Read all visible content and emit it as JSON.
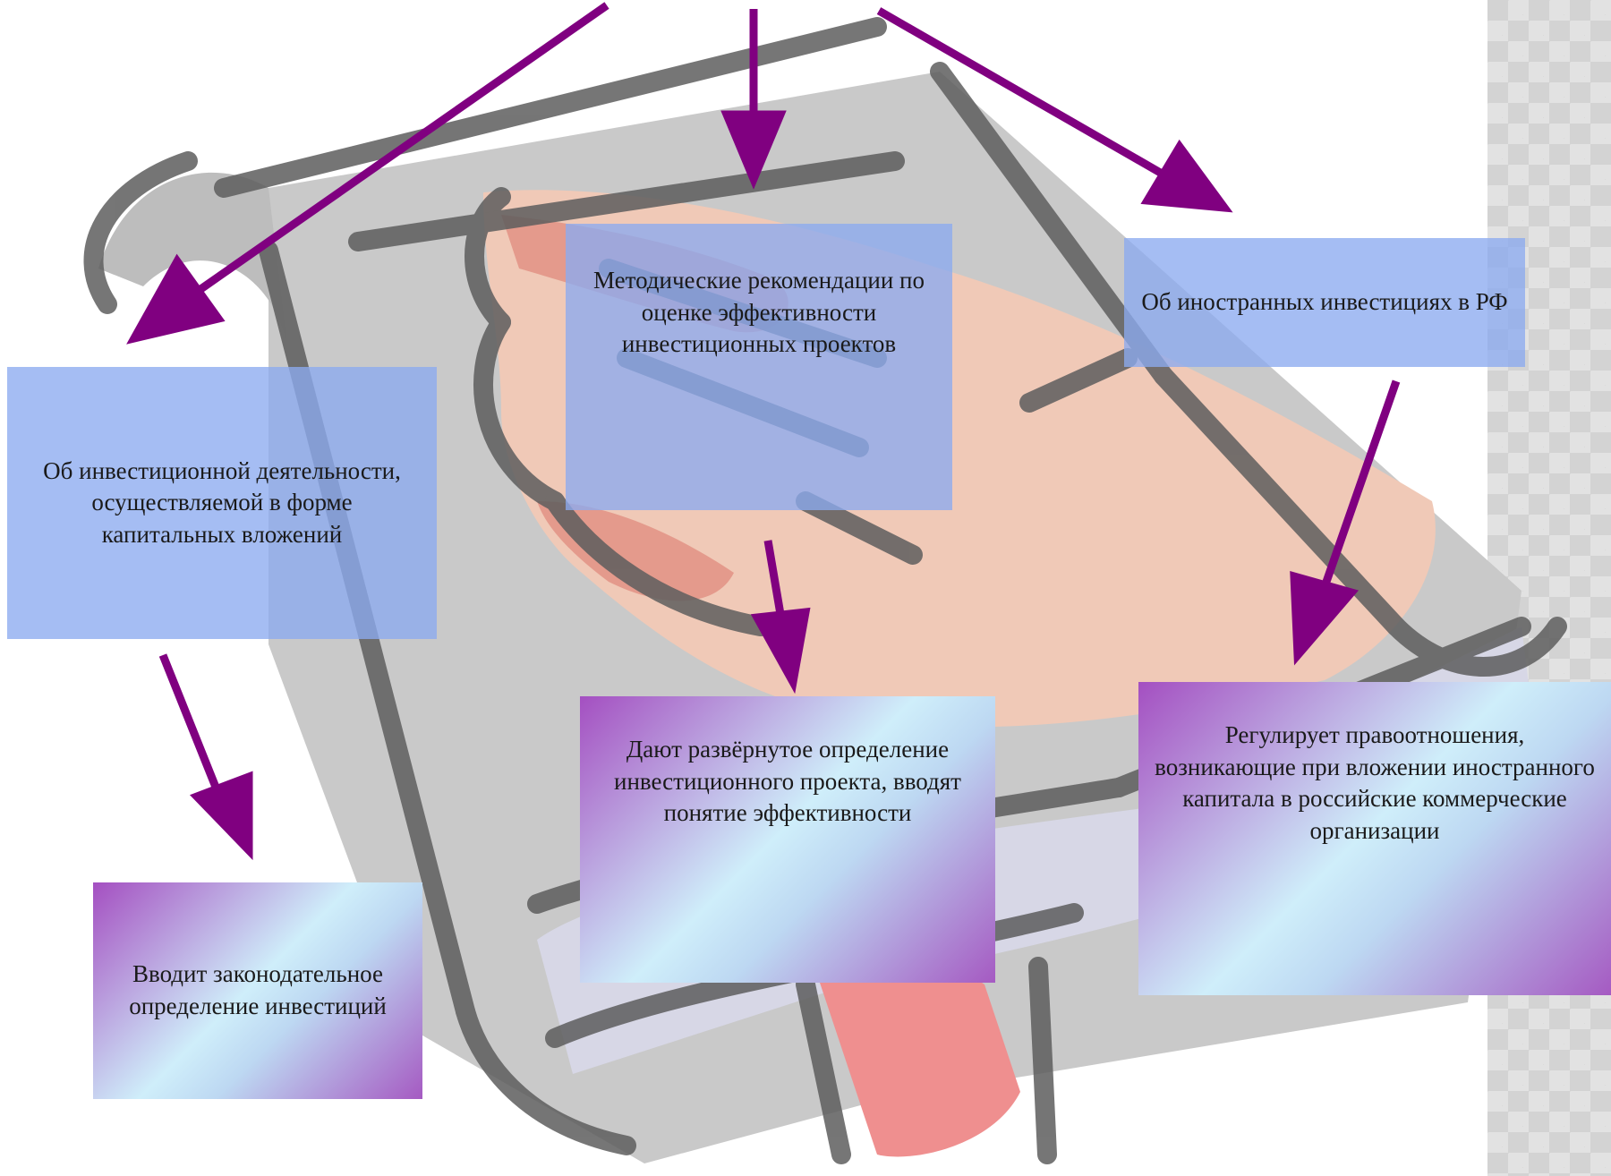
{
  "colors": {
    "arrow": "#800080",
    "blue_box": "#8caaf0",
    "gradient_purple": "#a44fc1",
    "gradient_cyan": "#cfeefa"
  },
  "laws": {
    "investment_activity": "Об инвестиционной деятельности, осуществляемой в форме капитальных вложений",
    "methodical_recommendations": "Методические рекомендации по оценке эффективности инвестиционных проектов",
    "foreign_investments": "Об иностранных инвестициях в РФ"
  },
  "descriptions": {
    "investment_activity": "Вводит законодательное определение инвестиций",
    "methodical_recommendations": "Дают  развёрнутое определение инвестиционного проекта, вводят понятие эффективности",
    "foreign_investments": "Регулирует правоотношения, возникающие при вложении иностранного капитала  в российские коммерческие организации"
  },
  "illustration": "hand-holding-scroll-clipart",
  "sidebar_pattern": "diamond-pattern"
}
